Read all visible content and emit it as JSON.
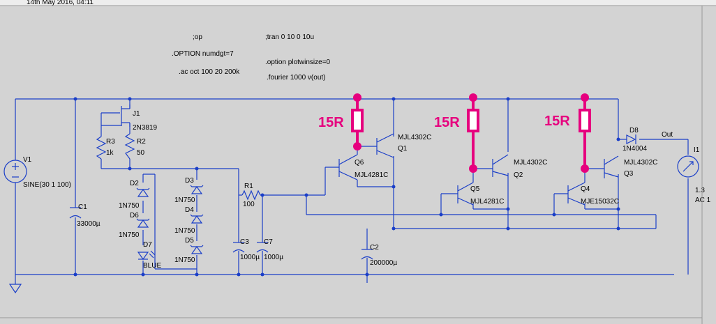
{
  "header": {
    "timestamp": "14th May 2016, 04:11"
  },
  "directives": {
    "op": ";op",
    "tran": ";tran 0 10 0 10u",
    "option1": ".OPTION numdgt=7",
    "option2": ".option plotwinsize=0",
    "ac": ".ac oct 100 20 200k",
    "fourier": ".fourier 1000 v(out)"
  },
  "components": {
    "V1": {
      "name": "V1",
      "value": "SINE(30 1 100)"
    },
    "C1": {
      "name": "C1",
      "value": "33000µ"
    },
    "J1": {
      "name": "J1",
      "value": "2N3819"
    },
    "R3": {
      "name": "R3",
      "value": "1k"
    },
    "R2": {
      "name": "R2",
      "value": "50"
    },
    "D2": {
      "name": "D2",
      "value": "1N750"
    },
    "D6": {
      "name": "D6",
      "value": "1N750"
    },
    "D7": {
      "name": "D7",
      "value": "BLUE"
    },
    "D3": {
      "name": "D3",
      "value": "1N750"
    },
    "D4": {
      "name": "D4",
      "value": "1N750"
    },
    "D5": {
      "name": "D5",
      "value": "1N750"
    },
    "R1": {
      "name": "R1",
      "value": "100"
    },
    "C3": {
      "name": "C3",
      "value": "1000µ"
    },
    "C7": {
      "name": "C7",
      "value": "1000µ"
    },
    "C2": {
      "name": "C2",
      "value": "200000µ"
    },
    "Q6": {
      "name": "Q6",
      "value": "MJL4281C"
    },
    "Q1": {
      "name": "Q1",
      "value": "MJL4302C"
    },
    "Q5": {
      "name": "Q5",
      "value": "MJL4281C"
    },
    "Q2": {
      "name": "Q2",
      "value": "MJL4302C"
    },
    "Q4": {
      "name": "Q4",
      "value": "MJE15032C"
    },
    "Q3": {
      "name": "Q3",
      "value": "MJL4302C"
    },
    "D8": {
      "name": "D8",
      "value": "1N4004"
    },
    "I1": {
      "name": "I1",
      "value": "1.3",
      "ac": "AC 1"
    }
  },
  "nets": {
    "out": "Out"
  },
  "annotations": {
    "r1": "15R",
    "r2": "15R",
    "r3": "15R"
  },
  "colors": {
    "wire": "#1a3ec8",
    "annotation": "#e6007e",
    "background": "#d3d3d3"
  }
}
